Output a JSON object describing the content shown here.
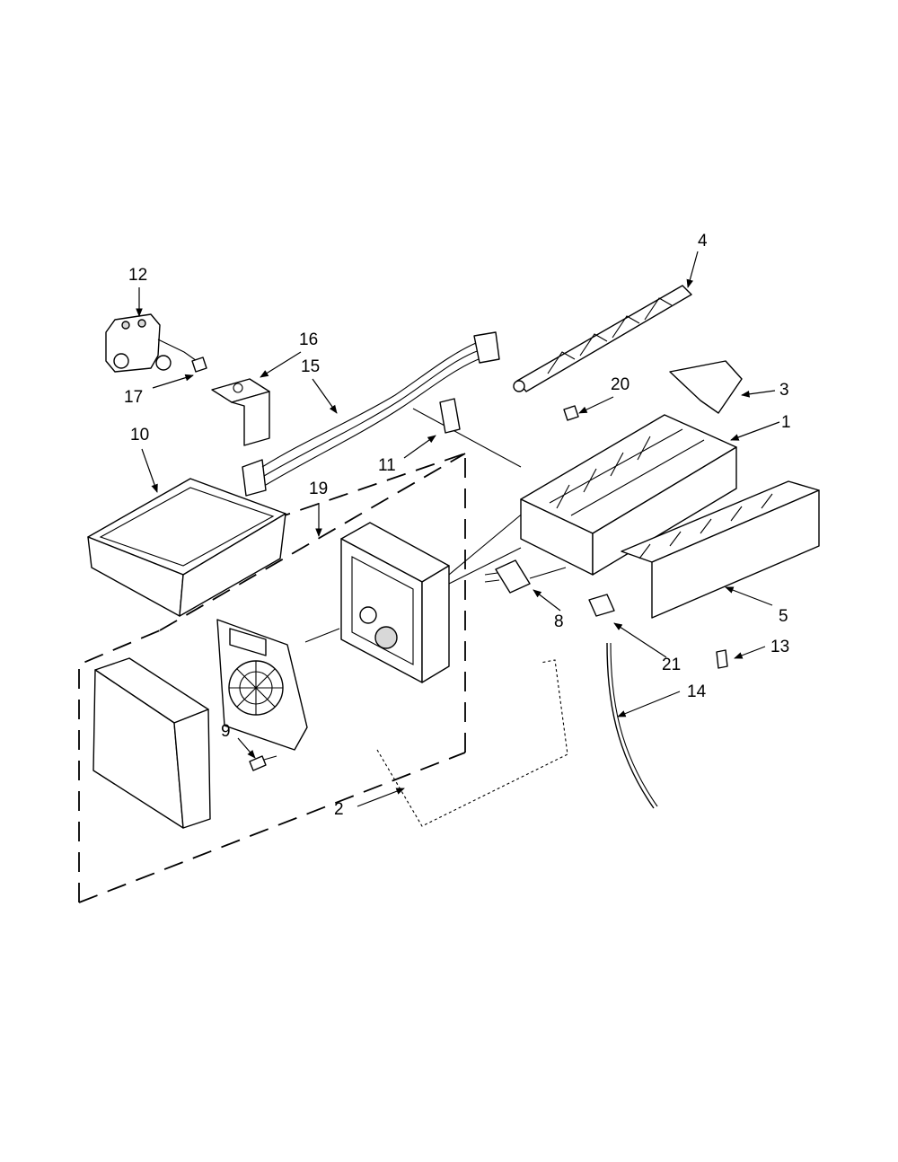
{
  "diagram": {
    "callouts": [
      {
        "id": "c1",
        "label": "1"
      },
      {
        "id": "c2",
        "label": "2"
      },
      {
        "id": "c3",
        "label": "3"
      },
      {
        "id": "c4",
        "label": "4"
      },
      {
        "id": "c5",
        "label": "5"
      },
      {
        "id": "c8",
        "label": "8"
      },
      {
        "id": "c9",
        "label": "9"
      },
      {
        "id": "c10",
        "label": "10"
      },
      {
        "id": "c11",
        "label": "11"
      },
      {
        "id": "c12",
        "label": "12"
      },
      {
        "id": "c13",
        "label": "13"
      },
      {
        "id": "c14",
        "label": "14"
      },
      {
        "id": "c15",
        "label": "15"
      },
      {
        "id": "c16",
        "label": "16"
      },
      {
        "id": "c17",
        "label": "17"
      },
      {
        "id": "c19",
        "label": "19"
      },
      {
        "id": "c20",
        "label": "20"
      },
      {
        "id": "c21",
        "label": "21"
      }
    ]
  }
}
